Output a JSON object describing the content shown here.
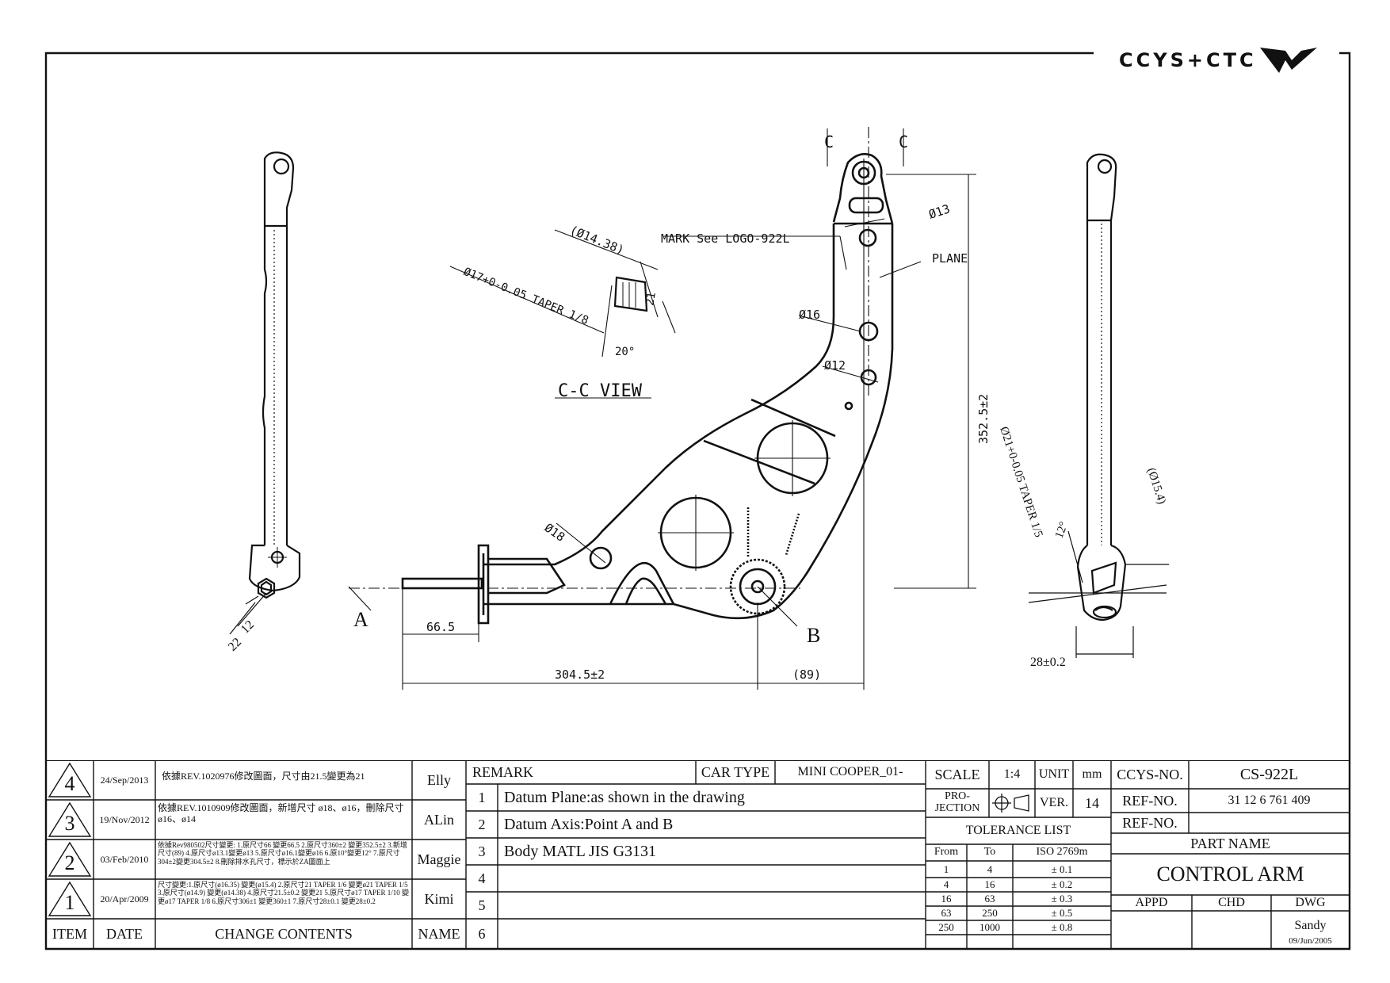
{
  "logo": {
    "text": "CCYS+CTC"
  },
  "drawing": {
    "view_label": "C-C VIEW",
    "mark_note": "MARK See LOGO-922L",
    "plane_label": "PLANE",
    "section_label": "C",
    "point_a": "A",
    "point_b": "B",
    "dims": {
      "d1438": "(Ø14.38)",
      "d17taper": "Ø17+0-0.05 TAPER 1/8",
      "d21": "21",
      "ang20": "20°",
      "d13": "Ø13",
      "d16": "Ø16",
      "d12": "Ø12",
      "len3525": "352.5±2",
      "d21taper": "Ø21+0-0.05 TAPER 1/5",
      "ang12": "12°",
      "d154": "(Ø15.4)",
      "w28": "28±0.2",
      "d18": "Ø18",
      "l665": "66.5",
      "l3045": "304.5±2",
      "l89": "(89)",
      "s12": "12",
      "s22": "22"
    }
  },
  "revisions": [
    {
      "item": "4",
      "date": "24/Sep/2013",
      "content": "依據REV.1020976修改圖面，尺寸由21.5變更為21",
      "name": "Elly"
    },
    {
      "item": "3",
      "date": "19/Nov/2012",
      "content": "依據REV.1010909修改圖面，新增尺寸 ø18、ø16，刪除尺寸ø16、ø14",
      "name": "ALin"
    },
    {
      "item": "2",
      "date": "03/Feb/2010",
      "content": "依據Rev980502尺寸變更: 1.原尺寸66 變更66.5 2.原尺寸360±2 變更352.5±2 3.新增尺寸(89) 4.原尺寸ø13.1變更ø13 5.原尺寸ø16.1變更ø16 6.原10°變更12° 7.原尺寸304±2變更304.5±2 8.刪除排水孔尺寸，標示於ZA圖面上",
      "name": "Maggie"
    },
    {
      "item": "1",
      "date": "20/Apr/2009",
      "content": "尺寸變更:1.原尺寸(ø16.35) 變更(ø15.4) 2.原尺寸21 TAPER 1/6 變更ø21 TAPER 1/5 3.原尺寸(ø14.9) 變更(ø14.38) 4.原尺寸21.5±0.2 變更21 5.原尺寸ø17 TAPER 1/10 變更ø17 TAPER 1/8 6.原尺寸306±1 變更360±1 7.原尺寸28±0.1 變更28±0.2",
      "name": "Kimi"
    }
  ],
  "revision_headers": {
    "item": "ITEM",
    "date": "DATE",
    "content": "CHANGE CONTENTS",
    "name": "NAME"
  },
  "remarks": {
    "header": "REMARK",
    "car_type_label": "CAR TYPE",
    "car_type": "MINI COOPER_01-",
    "rows": [
      {
        "no": "1",
        "text": "Datum Plane:as shown in the drawing"
      },
      {
        "no": "2",
        "text": "Datum Axis:Point A and B"
      },
      {
        "no": "3",
        "text": "Body MATL JIS G3131"
      },
      {
        "no": "4",
        "text": ""
      },
      {
        "no": "5",
        "text": ""
      },
      {
        "no": "6",
        "text": ""
      }
    ]
  },
  "specs": {
    "scale_label": "SCALE",
    "scale": "1:4",
    "unit_label": "UNIT",
    "unit": "mm",
    "projection_label": "PRO-\nJECTION",
    "ver_label": "VER.",
    "ver": "14",
    "tolerance_title": "TOLERANCE LIST",
    "tol_headers": [
      "From",
      "To",
      "ISO 2769m"
    ],
    "tolerances": [
      {
        "from": "1",
        "to": "4",
        "tol": "± 0.1"
      },
      {
        "from": "4",
        "to": "16",
        "tol": "± 0.2"
      },
      {
        "from": "16",
        "to": "63",
        "tol": "± 0.3"
      },
      {
        "from": "63",
        "to": "250",
        "tol": "± 0.5"
      },
      {
        "from": "250",
        "to": "1000",
        "tol": "± 0.8"
      }
    ]
  },
  "part": {
    "ccys_label": "CCYS-NO.",
    "ccys": "CS-922L",
    "ref_label": "REF-NO.",
    "ref": "31 12 6 761 409",
    "ref2_label": "REF-NO.",
    "ref2": "",
    "name_label": "PART NAME",
    "name": "CONTROL ARM",
    "appd_label": "APPD",
    "chd_label": "CHD",
    "dwg_label": "DWG",
    "dwg_name": "Sandy",
    "dwg_date": "09/Jun/2005"
  }
}
